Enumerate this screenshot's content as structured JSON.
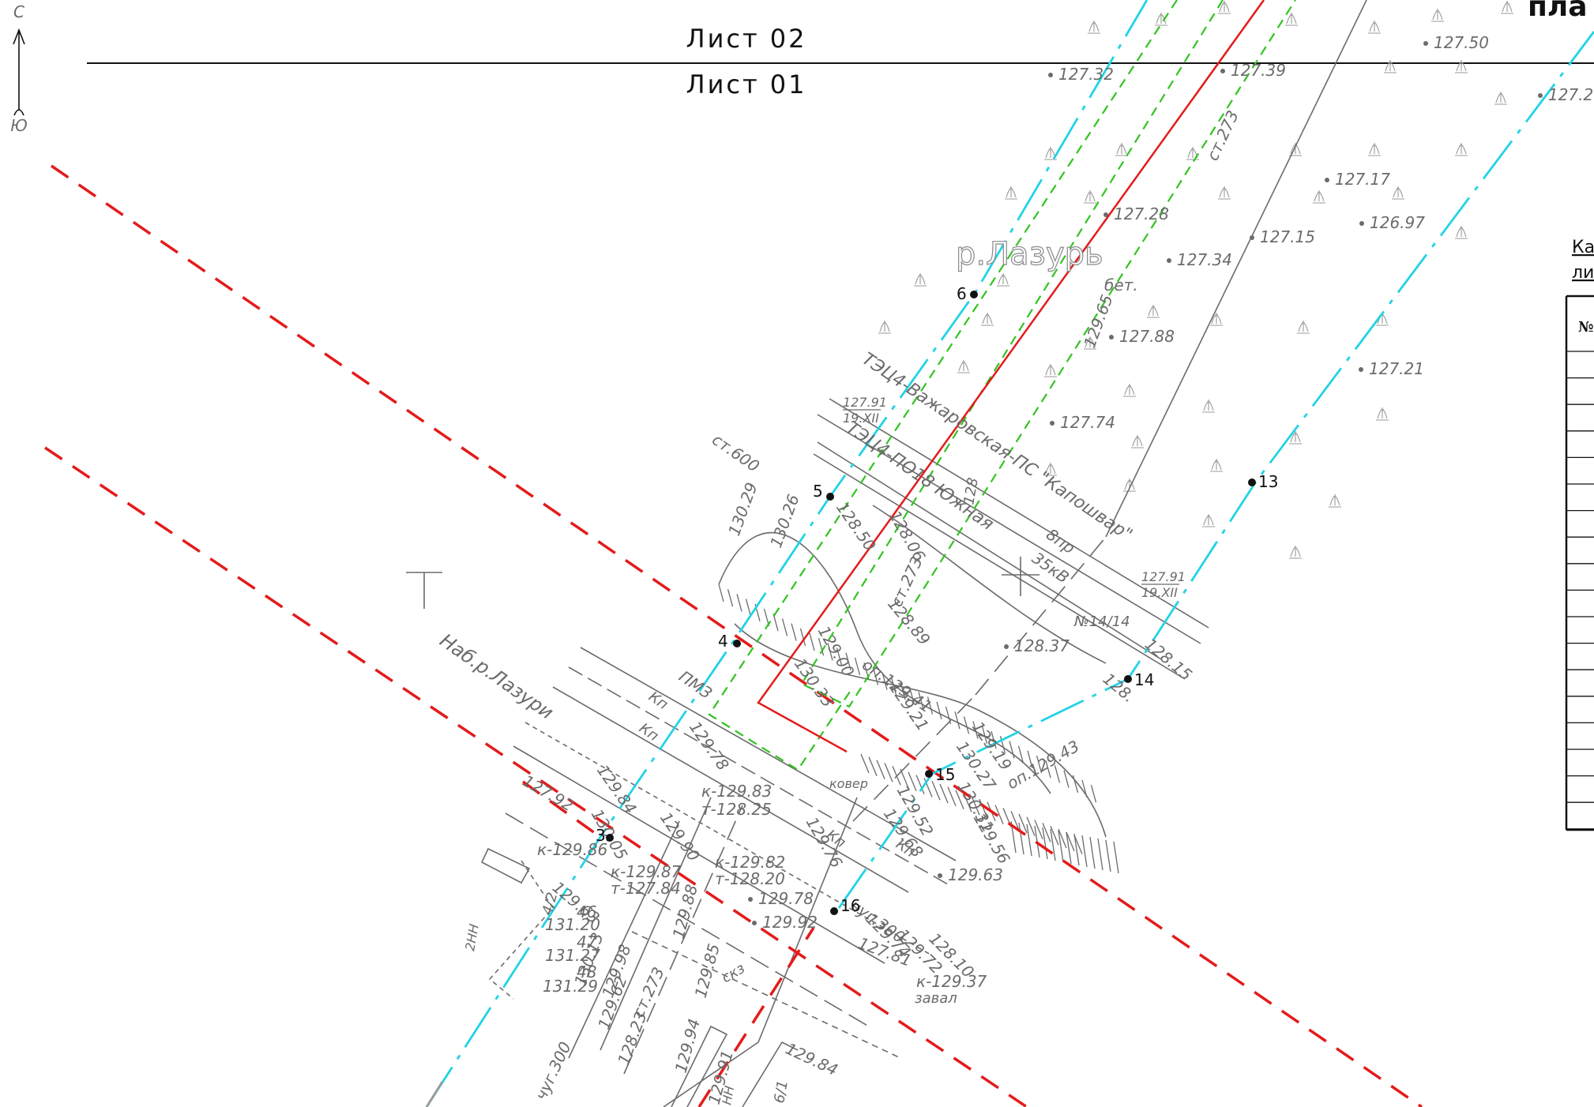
{
  "compass": {
    "north": "С",
    "south": "Ю"
  },
  "header": {
    "title": "пла",
    "sheet_upper": "Лист 02",
    "sheet_lower": "Лист 01"
  },
  "side_note": {
    "line1": "Ка",
    "line2": "ли",
    "table_header": "№"
  },
  "points": [
    {
      "id": "point-3",
      "label": "3"
    },
    {
      "id": "point-4",
      "label": "4"
    },
    {
      "id": "point-5",
      "label": "5"
    },
    {
      "id": "point-6",
      "label": "6"
    },
    {
      "id": "point-13",
      "label": "13"
    },
    {
      "id": "point-14",
      "label": "14"
    },
    {
      "id": "point-15",
      "label": "15"
    },
    {
      "id": "point-16",
      "label": "16"
    }
  ],
  "place_names": {
    "river": "р.Лазурь",
    "embankment": "Наб.р.Лазури",
    "power_line_1": "ТЭЦ4-Важаровская-ПС \"Капошвар\"",
    "power_line_2": "ТЭЦ4-ПО18 Южная",
    "bank_material": "бет.",
    "voltage": "35кВ",
    "wires": "8пр",
    "pole_no": "№14/14",
    "wall_400": "ст.600",
    "wall_273_a": "ст.273",
    "wall_273_b": "ст.273",
    "wall_273_c": "ст.273",
    "pmz": "ПМЗ",
    "kp1": "Кп",
    "kp2": "Кп",
    "kp3": "Кп",
    "kp4": "Кп",
    "cover": "ковер",
    "valve": "завал",
    "skz": "скз",
    "chug_1": "чуг.300",
    "chug_2": "чуг.300",
    "op_1": "оп.129.41",
    "op_2": "оп.129.43",
    "code_2nn": "2НН",
    "code_6_1": "6/1",
    "code_nn": "НН",
    "code_4_2": "4/2",
    "code_128": "128"
  },
  "spot_heights": [
    "127.50",
    "127.32",
    "127.39",
    "127.2",
    "127.17",
    "127.28",
    "126.97",
    "127.15",
    "127.34",
    "127.88",
    "127.21",
    "127.74",
    "128.37",
    "128.15",
    "128.",
    "129.65",
    "130.29",
    "130.26",
    "128.50",
    "128.06",
    "128.89",
    "129.00",
    "130.33",
    "129.21",
    "129.19",
    "130.27",
    "130.31",
    "129.52",
    "129.68",
    "129.56",
    "129.78",
    "129.84",
    "130.05",
    "129.90",
    "129.76",
    "129.63",
    "129.78",
    "129.92",
    "129.74",
    "129.72",
    "128.10",
    "127.81",
    "130.13",
    "129.98",
    "129.62",
    "128.23",
    "129.88",
    "129.85",
    "129.94",
    "129.91",
    "129.84",
    "131.20",
    "131.27",
    "131.29",
    "46",
    "47",
    "48",
    "к-129.83",
    "т-128.25",
    "к-129.86",
    "к-129.87",
    "т-127.84",
    "к-129.82",
    "т-128.20",
    "к-129.37",
    "127.92",
    "129.63"
  ],
  "survey_dates": [
    {
      "elevation": "127.91",
      "date": "19.XII"
    },
    {
      "elevation": "127.91",
      "date": "19.XII"
    }
  ],
  "colors": {
    "boundary": "#e31b1b",
    "axis_cyan": "#22d3e6",
    "zone_green": "#31c41f",
    "route_red": "#e31b1b",
    "survey_gray": "#6b6b6b",
    "text_dark": "#111111"
  }
}
